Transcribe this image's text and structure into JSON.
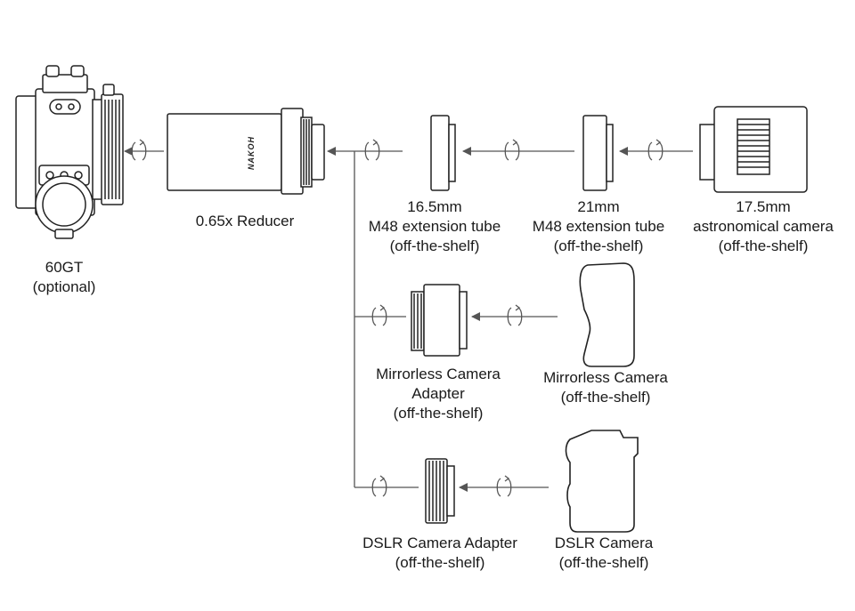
{
  "nodes": {
    "telescope": {
      "name": "60GT",
      "note": "(optional)"
    },
    "reducer": {
      "name": "0.65x  Reducer",
      "brand": "NAKOH"
    },
    "tube_16": {
      "size": "16.5mm",
      "name": "M48 extension tube",
      "note": "(off-the-shelf)"
    },
    "tube_21": {
      "size": "21mm",
      "name": "M48 extension tube",
      "note": "(off-the-shelf)"
    },
    "astro_camera": {
      "size": "17.5mm",
      "name": "astronomical camera",
      "note": "(off-the-shelf)"
    },
    "mirrorless_adapter": {
      "name_1": "Mirrorless Camera",
      "name_2": "Adapter",
      "note": "(off-the-shelf)"
    },
    "mirrorless_camera": {
      "name": "Mirrorless Camera",
      "note": "(off-the-shelf)"
    },
    "dslr_adapter": {
      "name": "DSLR Camera Adapter",
      "note": "(off-the-shelf)"
    },
    "dslr_camera": {
      "name": "DSLR Camera",
      "note": "(off-the-shelf)"
    }
  },
  "colors": {
    "line": "#555555",
    "ink": "#1a1a1a",
    "background": "#ffffff"
  }
}
